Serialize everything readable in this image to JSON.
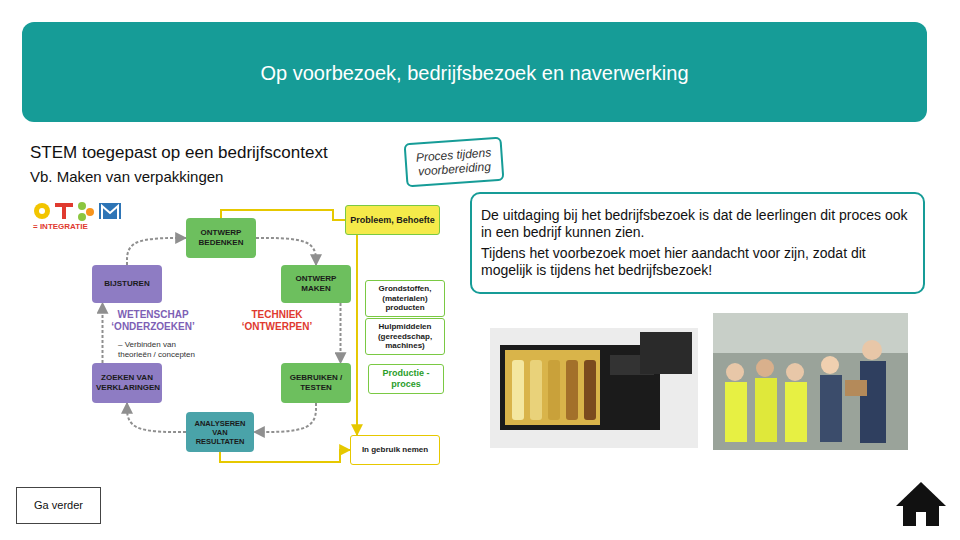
{
  "diagram": {
    "title": "Op voorbezoek, bedrijfsbezoek en naverwerking",
    "nodes": [
      {
        "text": [
          "Proces tijdens voorbereiding"
        ]
      },
      {
        "text": [
          "De uitdaging bij het bedrijfsbezoek is dat de leerlingen dit proces ook in een bedrijf kunnen zien.",
          "Tijdens het voorbezoek moet hier aandacht voor zijn, zodat dit mogelijk is tijdens het bedrijfsbezoek!"
        ]
      },
      {
        "text": [
          "ONTWERP BEDENKEN"
        ]
      },
      {
        "text": [
          "Probleem, Behoefte"
        ]
      },
      {
        "text": [
          "BIJSTUREN"
        ]
      },
      {
        "text": [
          "ONTWERP MAKEN"
        ]
      },
      {
        "text": [
          "Grondstoffen, (materialen) producten"
        ]
      },
      {
        "text": [
          "Hulpmiddelen (gereedschap, machines)"
        ]
      },
      {
        "text": [
          "ZOEKEN VAN VERKLARINGEN"
        ]
      },
      {
        "text": [
          "GEBRUIKEN / TESTEN"
        ]
      },
      {
        "text": [
          "Productie - proces"
        ]
      },
      {
        "text": [
          "ANALYSEREN VAN RESULTATEN"
        ]
      },
      {
        "text": [
          "In gebruik nemen"
        ]
      },
      {
        "text": [
          "Ga verder"
        ]
      }
    ],
    "edges": [
      {
        "from": 2,
        "to": 5,
        "arrow": "to"
      },
      {
        "from": 5,
        "to": 9,
        "arrow": "to"
      },
      {
        "from": 9,
        "to": 11,
        "arrow": "to"
      },
      {
        "from": 11,
        "to": 8,
        "arrow": "to"
      },
      {
        "from": 8,
        "to": 4,
        "arrow": "to"
      },
      {
        "from": 4,
        "to": 2,
        "arrow": "to"
      },
      {
        "from": 2,
        "to": 3,
        "arrow": "none"
      },
      {
        "from": 3,
        "to": 12,
        "arrow": "to"
      },
      {
        "from": 11,
        "to": 12,
        "arrow": "to"
      }
    ],
    "labels": [
      "STEM toegepast op een bedrijfscontext",
      "Vb. Maken van verpakkingen",
      "= INTEGRATIE",
      "WETENSCHAP ‘ONDERZOEKEN’",
      "– Verbinden van theorieën / concepten",
      "TECHNIEK ‘ONTWERPEN’"
    ]
  }
}
